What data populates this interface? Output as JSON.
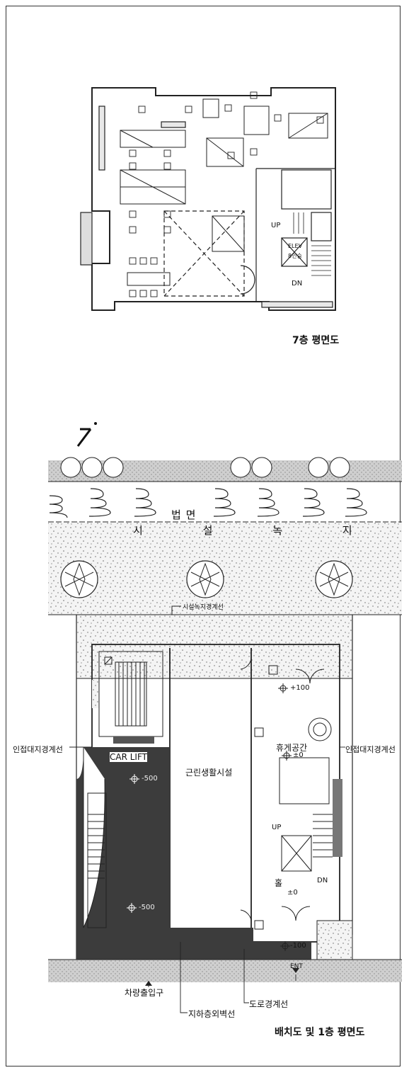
{
  "captions": {
    "seventh_floor": "7층 평면도",
    "site_first_floor": "배치도 및 1층 평면도"
  },
  "seventh_floor_labels": {
    "up": "UP",
    "dn": "DN",
    "elev": "ELEV",
    "elev_sub": "8인승"
  },
  "site_labels": {
    "road": "법 면",
    "green_area": "시 설 녹 지",
    "green_boundary": "시설녹지경계선",
    "level_top": "+100",
    "rest_area": "휴게공간",
    "level_zero": "±0",
    "car_lift": "CAR LIFT",
    "neighborhood": "근린생활시설",
    "left_boundary": "인접대지경계선",
    "right_boundary": "인접대지경계선",
    "up": "UP",
    "dn": "DN",
    "hall": "홀",
    "hall_level": "±0",
    "level_500a": "-500",
    "level_500b": "-500",
    "level_bottom": "-100",
    "ent": "ENT",
    "vehicle_entrance": "차량출입구",
    "road_boundary": "도로경계선",
    "basement_wall": "지하층외벽선"
  }
}
